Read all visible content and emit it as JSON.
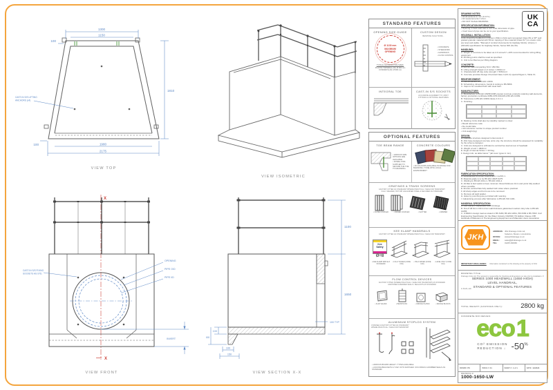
{
  "colors": {
    "frame_orange": "#F4A43C",
    "dim_blue": "#5B87C5",
    "marker_red": "#CC4037",
    "eco_green": "#8DC63F",
    "jkh_orange": "#F7941D"
  },
  "views": {
    "top": {
      "label": "VIEW TOP",
      "dim_top_outer": "1300",
      "dim_top_inner": "1150",
      "dim_left_top": "100",
      "dim_right": "1810",
      "dim_bottom_inner": "1980",
      "dim_bottom_outer": "2175",
      "dim_left_bottom": "100",
      "anno_l1": "CAST-IN S/S LIFTING",
      "anno_l2": "ANCHORS (x4)"
    },
    "isometric": {
      "label": "VIEW ISOMETRIC"
    },
    "front": {
      "label": "VIEW FRONT",
      "anno_sockets_l1": "CAST-IN S/S FIXING",
      "anno_sockets_l2": "SOCKETS AS STD.",
      "lbl_opening": "OPENING",
      "lbl_pipe_od": "PIPE O/D",
      "lbl_pipe_id": "PIPE I/D",
      "lbl_invert": "INVERT",
      "x_top": "X",
      "x_bottom": "X"
    },
    "section": {
      "label": "VIEW SECTION X-X",
      "dim_handrail": "1100",
      "dim_body": "1650",
      "dim_wall": "100 TYP",
      "dim_slab": "100",
      "dim_toe_drop": "300",
      "dim_toe_w": "100",
      "dim_toe_base": "150"
    }
  },
  "standard_features": {
    "title": "STANDARD FEATURES",
    "opening": {
      "heading": "OPENING SIZE GUIDE",
      "circle_l1": "Ø 1130 mm",
      "circle_l2": "MAXIMUM",
      "circle_l3": "OPENING",
      "notes_title": "TYPICAL MAXIMUM PIPE SIZES:",
      "note1": "PLASTIC TWINWALL (ID): Ø 900 mm",
      "note2": "CONCRETE (ID): Ø 900 mm"
    },
    "custom": {
      "heading": "CUSTOM DESIGN",
      "subtitle": "BESPOKE SOLUTIONS...",
      "bullets": [
        "CONCRETE",
        "STEELWORK",
        "HANDRAILS",
        "FLOW CONTROL"
      ]
    },
    "toe": {
      "heading": "INTEGRAL TOE"
    },
    "sockets": {
      "heading": "CAST-IN S/S SOCKETS",
      "subtitle_l1": "ACCURATE ALIGNMENT TO JOINT",
      "subtitle_l2": "FITTINGS & OPTIONAL FEATURES"
    }
  },
  "optional_features": {
    "title": "OPTIONAL FEATURES",
    "toe_beam": {
      "heading": "TOE BEAM RANGE",
      "bullets": [
        "VARIOUS SIZE OPTIONS ARE AVAILABLE",
        "DOWEL PINS SUPPLIED TO SECURE THE TOE TO HEADWALL"
      ]
    },
    "colours": {
      "heading": "CONCRETE COLOURS",
      "bullet": "30 COLOURS AVAILABLE IN RANGE FOR BLENDING / TONE WITH LOCAL ENVIRONMENT",
      "tiles_css": [
        "background:#3E4A67",
        "background:#A8433C",
        "background:#DDD3A3",
        "background:#5E7C42"
      ]
    },
    "gratings": {
      "heading": "GRATINGS & TRASH SCREENS",
      "caption1": "FACTORY FITTED AS STANDARD *WHERE PRACTICAL / SAFE FOR TRANSPORT",
      "caption2": "FULLY WELDED, HOT DIP GALVANISED STEEL & SECURED AS STANDARD",
      "items": [
        "CLOSE COUPLED",
        "RAISED COUPLED",
        "SLOTTED",
        "CRIMPED"
      ]
    },
    "kee": {
      "heading": "KEE KLAMP HANDRAILS",
      "caption": "FACTORY FITTED AS STANDARD *WHERE PRACTICAL / SAFE FOR TRANSPORT",
      "logo_l1": "Kee",
      "logo_l2": "Safety",
      "size_symbol": "Ø=8",
      "items": [
        "KEE KLAMP Ø48 No.8 STANDARD",
        "FULLY RAKED (CODE K30)",
        "HALF RAKED (CODE K20)",
        "LEVEL ONLY (CODE K10)"
      ]
    },
    "flow": {
      "heading": "FLOW CONTROL DEVICES",
      "caption1": "FACTORY FITTED (WHERE PRACTICAL / SAFE FOR TRANSPORT) AS STANDARD",
      "caption2": "ANCHORED & BEDDED SEALS / SEALANTS AS STANDARD",
      "items": [
        "FLAP VALVES",
        "PENSTOCKS",
        "ORIFICE PLATES",
        "BAFFLE BLOCKS"
      ]
    },
    "stoplog": {
      "heading": "ALUMINIUM STOPLOG SYSTEM",
      "caption_l1": "CHANNELS FACTORY FITTED AS STANDARD *",
      "caption_l2": "WHERE PRACTICAL / SAFE FOR TRANSPORT",
      "bullets": [
        "VARIOUS BOARD HEIGHT / TYPES AVAILABLE",
        "LOCKING BRACKETS & T-KEY KITS SUPPLIED. S/S FIXINGS & RUBBER SEALS AS STANDARD"
      ]
    }
  },
  "ukca": {
    "l1": "UK",
    "l2": "CA"
  },
  "notes": {
    "sections": [
      {
        "heading": "DRAWING NOTES:",
        "items": [
          "•  All dimensions in mm (U.O.S.)",
          "•  All measurements ± 2mm.",
          "•  DO NOT SCALE DRAWING."
        ]
      },
      {
        "heading": "SPECIFICATION INFORMATION:",
        "items": [
          "•  Opening in back wall cast to suit outer dimension of pipe.",
          "•  Invert level of pipe can be cut to your specification."
        ]
      },
      {
        "heading": "HEADWALL INSTALLATION:",
        "items": [
          "Units should be bedded on minimum 150mm thick well compacted Class 6N or 6P* well graded granular material with 50mm topping of fine material (Class 6L*) to ensure units are level and stable. *Manual of contract documents for Highway Works, Volume 1 (MCHW) specification for Highway Works, Series 600 (No 06)."
        ]
      },
      {
        "heading": "HANDLING:",
        "items": [
          "A.  Weight of concrete to be taken as 2.4 tonne/m³ +10% recommended for sizing lifting equipment.",
          "B.  All lifting points shall be used as specified.",
          "C.  Unit to be lifted as per lifting diagram."
        ]
      },
      {
        "heading": "CONCRETE:",
        "items": [
          "A.  Mix ref: Self-compacting SC4 / 28d Mix.",
          "B.  Lifting strength based on 2 cubes = 20N/mm².",
          "C.  Characteristic 28 day cube strength = 50N/mm².",
          "D.  Concrete provides Design Chemical Class 4 (DC-4) special Digest 1, Table F1."
        ]
      },
      {
        "heading": "REINFORCEMENT:",
        "items": [
          "A.  Reinforcement to BS EN 13369.",
          "B.  Scheduling, dimensions, bends & cutting to BS 8666.",
          "C.  Caps to be moulded flush with steel bars."
        ]
      },
      {
        "heading": "MANUFACTURE:",
        "items": [
          "A.  Manufacture to BS EN 15258:2008 precast concrete products retaining wall elements, factory production certificate 0086-CPR-604448 & BS EN 13369.",
          "B.  Tolerances to BS EN 13369 clause 4.3.1.1.",
          "C.  Finishing:"
        ],
        "table": {
          "cols": 4,
          "rows": 3
        }
      },
      {
        "heading": "",
        "items": [
          "D.  Marking: Units shall also be indelibly marked to show:",
          "•  Mould reference code",
          "•  De-mould date",
          "•  Job reference number & unique product number",
          "•  Unit weight (kg)"
        ]
      },
      {
        "heading": "DESIGN:",
        "items": [
          "A.  Concrete structure designed to Eurocode 2.",
          "B.  JKH have designed concrete units only, the structure should be assessed for suitability by the scheme designer.",
          "C.  Units are designed to withstand a vertical live load at rear of headwall.",
          "D.  Weight of soil = 19kN/m³.",
          "E.  Angle of internal friction = 30 Deg.",
          "F.  Design Life: as table below * (all cover types in mm)."
        ],
        "table": {
          "cols": 5,
          "rows": 3
        }
      },
      {
        "heading": "FABRICATION SPECIFICATION:",
        "items": [
          "A.  Manufacture to BS EN 1090-2 EXC CLASS 1.",
          "B.  Material grade is to be BS EN 10025 S275.",
          "C.  Welding to BS EN 1011-1 / BS EN 1011-2.",
          "D.  All fillet & butt welds to have minimum throat thickness 3mm and joints fully welded where possible.",
          "E.  Ensure vertical flats fully welded both sides where practical.",
          "F.  All sharp edges and burrs are to be removed.",
          "G.  Remove all weld spatter.",
          "H.  Holes by punching are permitted with reaming.",
          "I.  Galvanising process after fabrication to BS EN ISO 1461."
        ]
      },
      {
        "heading": "HANDRAIL SPECIFICATION:",
        "items": [
          "A.  Kee Klamp® Galvanised Size 8 Fittings.",
          "B.  Size 8 48.3mm O/D 3.2mm wall thickness galvanised medium duty tube to BS EN 10255.",
          "C.  0.36kN/m design load as stated in BS 6180, BS EN 12811, BS 6399 & BS 7818. Civil Engineering Specification for the Water Industry (CESWI) 7th Edition Clause 2.88 Handrails & Balusters & The Engineering Equipment and Materials Users Association (EEMUA) Publication 105 Factory Stairways, Ladders and Handrails.",
          "D.  Other design loads available on request.",
          "E.  GRP / FRP handrails also available."
        ]
      }
    ]
  },
  "contact": {
    "logo_text": "JKH",
    "rows": [
      {
        "label": "ADDRESS:",
        "value": "JKH Drainage Units Ltd,"
      },
      {
        "label": "",
        "value": "Sutterton, Boston, Lincolnshire"
      },
      {
        "label": "OFFICE:",
        "value": "www.jkhdrainage.co.uk"
      },
      {
        "label": "EMAIL:",
        "value": "sales@jkhdrainage.co.uk"
      },
      {
        "label": "TEL:",
        "value": "01205 460966"
      }
    ]
  },
  "disclaimer": {
    "heading": "IMPORTANT DISCLAIMER:",
    "body": "Information contained on this drawing is the property of JKH Drainage Units Ltd. The recipient is responsible for checking all dimensions on site prior to installation. If in doubt, ask."
  },
  "title_block": {
    "title_label": "DRAWING TITLE:",
    "title_l1": "SERIES 1000 HEADWALL (1650 HIGH)",
    "title_l2": "LEVEL HANDRAIL,",
    "title_l3": "STANDARD & OPTIONAL FEATURES",
    "weight_label": "TOTAL WEIGHT (CASTINGS ONLY):",
    "weight_value": "2800 kg",
    "mix_label": "CONCRETE MIX DESIGN:",
    "eco_text": "eco",
    "eco_num": "1",
    "co2_l1": "CO² EMISSION",
    "co2_l2": "REDUCTION ↓",
    "reduction_value": "-50",
    "reduction_pct": "%",
    "info": [
      {
        "label": "DRAWN:",
        "value": "PK"
      },
      {
        "label": "ISSUE #:",
        "value": "01"
      },
      {
        "label": "SHEET #:",
        "value": "1 of 1"
      },
      {
        "label": "DATE:",
        "value": "12/2024"
      }
    ],
    "dwg_label": "DRAWING #:",
    "dwg_no": "1000-1650-LW"
  }
}
